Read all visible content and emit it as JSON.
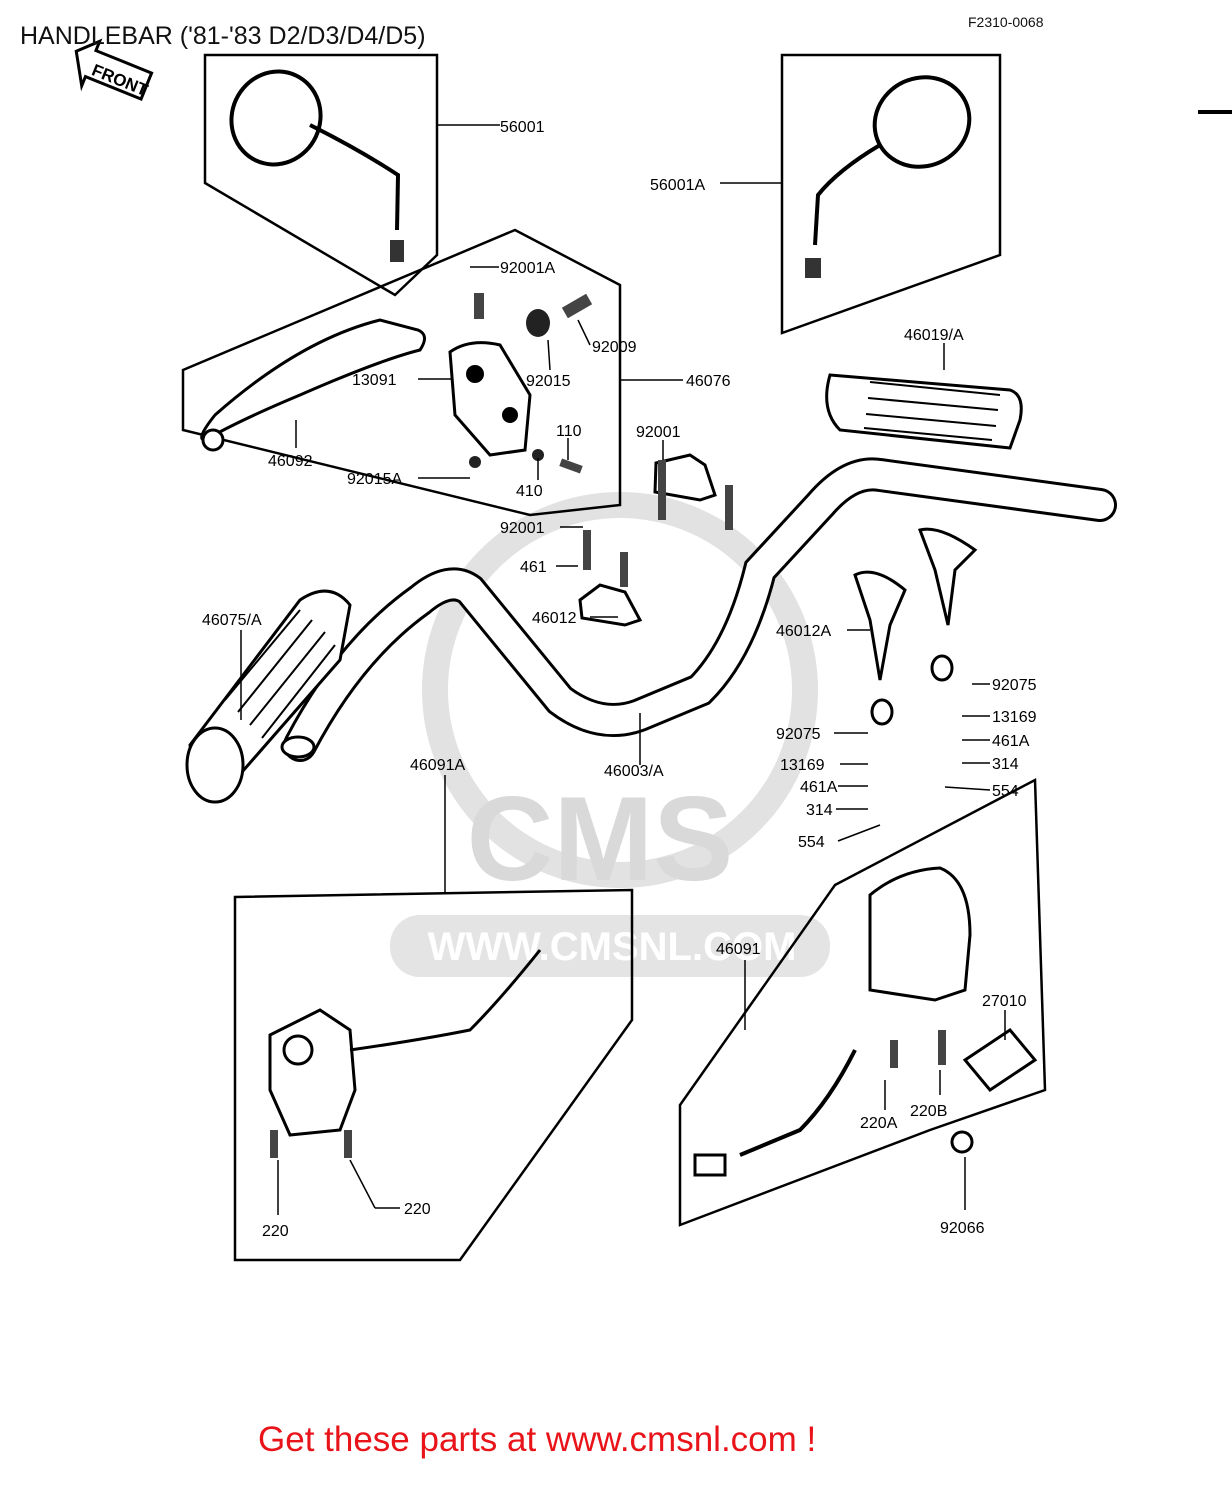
{
  "title": "HANDLEBAR ('81-'83 D2/D3/D4/D5)",
  "diagram_code": "F2310-0068",
  "front_marker": "FRONT",
  "watermark": {
    "brand": "CMS",
    "url": "WWW.CMSNL.COM"
  },
  "cta": "Get these parts at www.cmsnl.com !",
  "labels": {
    "p56001": "56001",
    "p56001A": "56001A",
    "p92001A": "92001A",
    "p92009": "92009",
    "p92015": "92015",
    "p46076": "46076",
    "p13091": "13091",
    "p110": "110",
    "p46092": "46092",
    "p92015A": "92015A",
    "p410": "410",
    "p92001_top": "92001",
    "p92001_left": "92001",
    "p461": "461",
    "p46012": "46012",
    "p46019A": "46019/A",
    "p46012A": "46012A",
    "p92075_r": "92075",
    "p13169_r": "13169",
    "p461A_r": "461A",
    "p314_r": "314",
    "p554_r": "554",
    "p92075_l": "92075",
    "p13169_l": "13169",
    "p461A_l": "461A",
    "p314_l": "314",
    "p554_l": "554",
    "p46075A": "46075/A",
    "p46003A": "46003/A",
    "p46091A": "46091A",
    "p46091": "46091",
    "p27010": "27010",
    "p220A": "220A",
    "p220B": "220B",
    "p220_a": "220",
    "p220_b": "220",
    "p92066": "92066"
  }
}
